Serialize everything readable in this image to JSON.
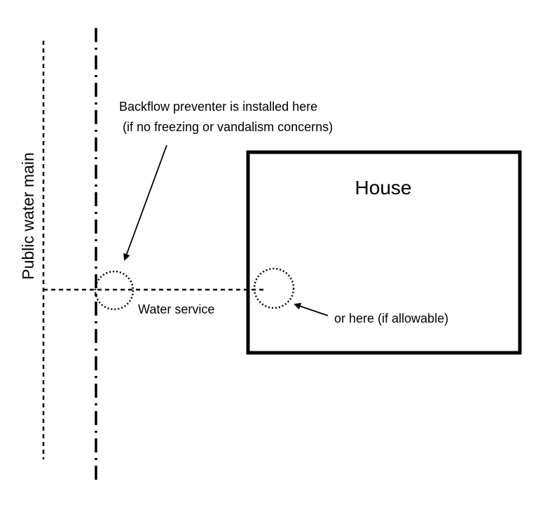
{
  "diagram": {
    "main_label": "Public water main",
    "house_label": "House",
    "service_label": "Water service",
    "backflow_note_line1": "Backflow preventer is installed here",
    "backflow_note_line2": "(if no freezing or vandalism concerns)",
    "alt_location_note": "or here (if allowable)"
  },
  "colors": {
    "ink": "#000000",
    "background": "#ffffff"
  }
}
